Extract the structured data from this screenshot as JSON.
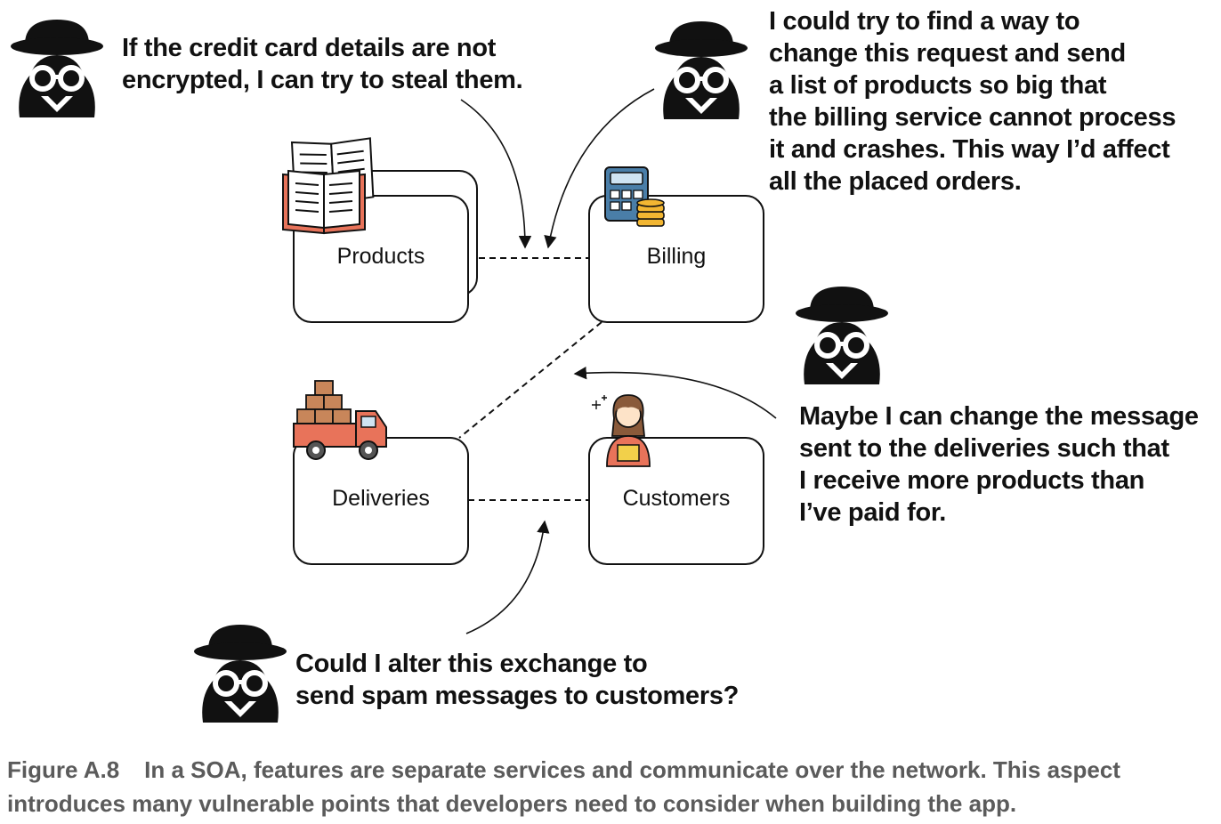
{
  "services": [
    {
      "id": "products",
      "label": "Products",
      "icon": "open-book-icon"
    },
    {
      "id": "billing",
      "label": "Billing",
      "icon": "calculator-coins-icon"
    },
    {
      "id": "deliveries",
      "label": "Deliveries",
      "icon": "delivery-truck-icon"
    },
    {
      "id": "customers",
      "label": "Customers",
      "icon": "customer-woman-icon"
    }
  ],
  "attackers": [
    {
      "icon": "spy-hacker-icon",
      "lines": [
        "If the credit card details are not",
        "encrypted, I can try to steal them."
      ]
    },
    {
      "icon": "spy-hacker-icon",
      "lines": [
        "I could try to find a way to",
        "change this request and send",
        "a list of products so big that",
        "the billing service cannot process",
        "it and crashes. This way I’d affect",
        "all the placed orders."
      ]
    },
    {
      "icon": "spy-hacker-icon",
      "lines": [
        "Maybe I can change the message",
        "sent to the deliveries such that",
        "I receive more products than",
        "I’ve paid for."
      ]
    },
    {
      "icon": "spy-hacker-icon",
      "lines": [
        "Could I alter this exchange to",
        "send spam messages to customers?"
      ]
    }
  ],
  "caption": {
    "figure": "Figure A.8",
    "text_line1": "In a SOA, features are separate services and communicate over the network. This aspect",
    "text_line2": "introduces many vulnerable points that developers need to consider when building the app."
  },
  "colors": {
    "ink": "#111111",
    "caption": "#5b5b5b",
    "book": "#e8735a",
    "truck": "#e8735a",
    "box": "#c8865a",
    "coins": "#f2b632",
    "calculator": "#4a7ea8"
  }
}
